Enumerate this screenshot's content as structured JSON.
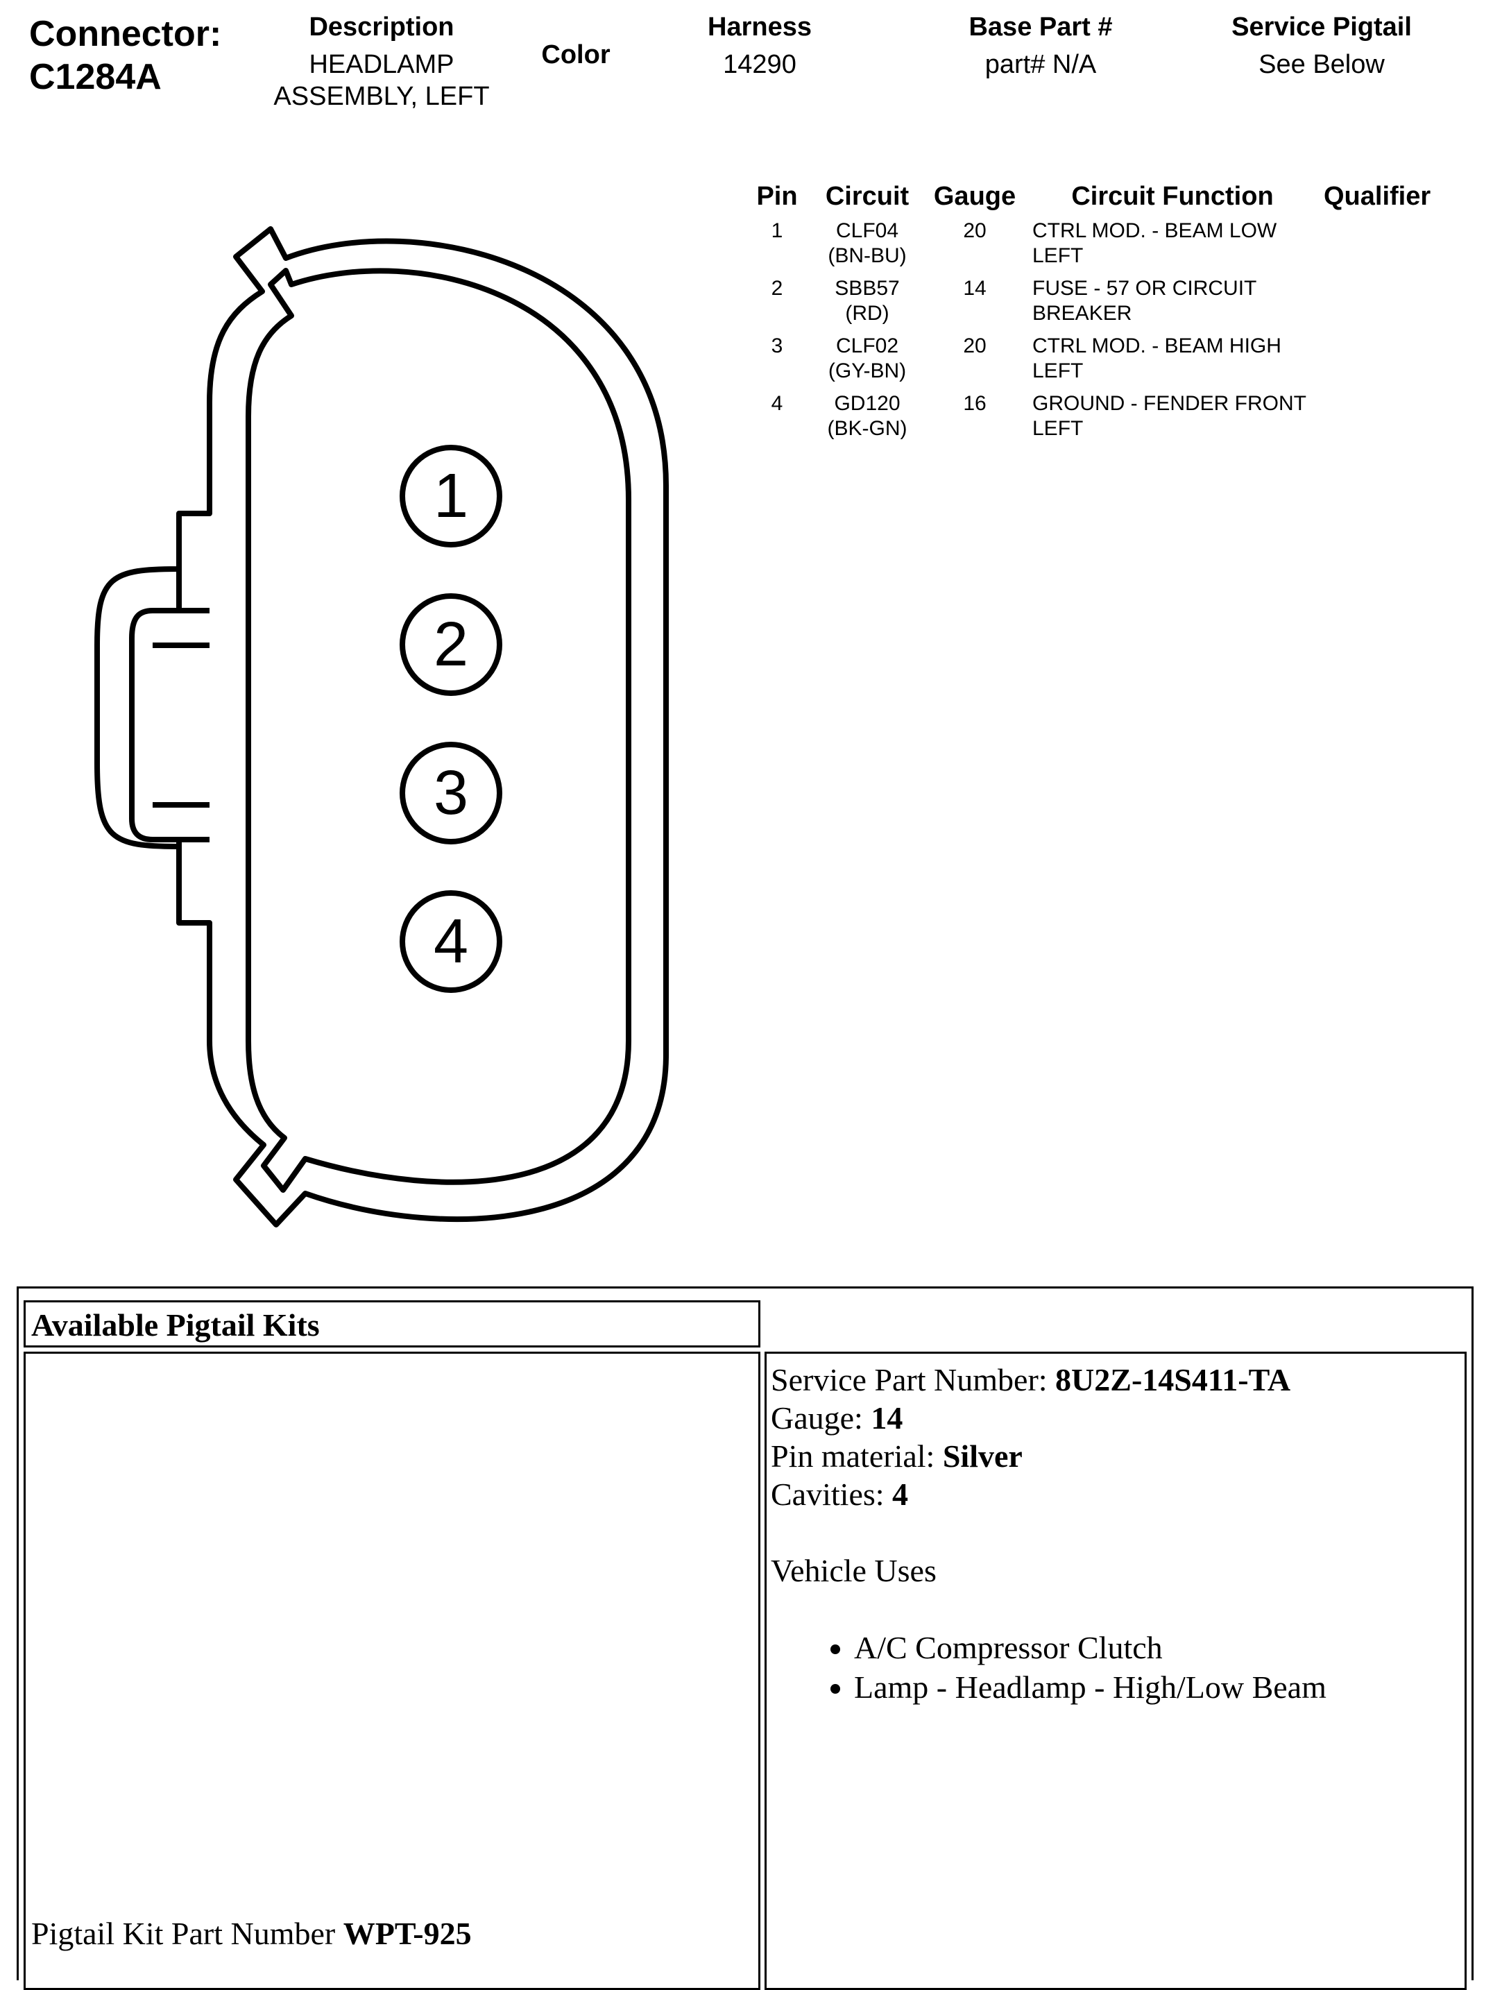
{
  "header": {
    "connector_label": "Connector:",
    "connector_id": "C1284A",
    "description_label": "Description",
    "description_value": "HEADLAMP ASSEMBLY, LEFT",
    "color_label": "Color",
    "harness_label": "Harness",
    "harness_value": "14290",
    "base_part_label": "Base Part #",
    "base_part_value": "part# N/A",
    "service_pigtail_label": "Service Pigtail",
    "service_pigtail_value": "See Below"
  },
  "pin_table": {
    "headers": [
      "Pin",
      "Circuit",
      "Gauge",
      "Circuit Function",
      "Qualifier"
    ],
    "rows": [
      {
        "pin": "1",
        "circuit": "CLF04 (BN-BU)",
        "gauge": "20",
        "function": "CTRL MOD. - BEAM LOW LEFT",
        "qualifier": ""
      },
      {
        "pin": "2",
        "circuit": "SBB57 (RD)",
        "gauge": "14",
        "function": "FUSE - 57 OR CIRCUIT BREAKER",
        "qualifier": ""
      },
      {
        "pin": "3",
        "circuit": "CLF02 (GY-BN)",
        "gauge": "20",
        "function": "CTRL MOD. - BEAM HIGH LEFT",
        "qualifier": ""
      },
      {
        "pin": "4",
        "circuit": "GD120 (BK-GN)",
        "gauge": "16",
        "function": "GROUND - FENDER FRONT LEFT",
        "qualifier": ""
      }
    ]
  },
  "connector_diagram": {
    "pins": [
      "1",
      "2",
      "3",
      "4"
    ]
  },
  "kits": {
    "title": "Available Pigtail Kits",
    "kit_part_label": "Pigtail Kit Part Number ",
    "kit_part_value": "WPT-925",
    "service_part_label": "Service Part Number: ",
    "service_part_value": "8U2Z-14S411-TA",
    "gauge_label": "Gauge: ",
    "gauge_value": "14",
    "pin_material_label": "Pin material: ",
    "pin_material_value": "Silver",
    "cavities_label": "Cavities: ",
    "cavities_value": "4",
    "vehicle_uses_label": "Vehicle Uses",
    "vehicle_uses": [
      "A/C Compressor Clutch",
      "Lamp - Headlamp - High/Low Beam"
    ]
  }
}
